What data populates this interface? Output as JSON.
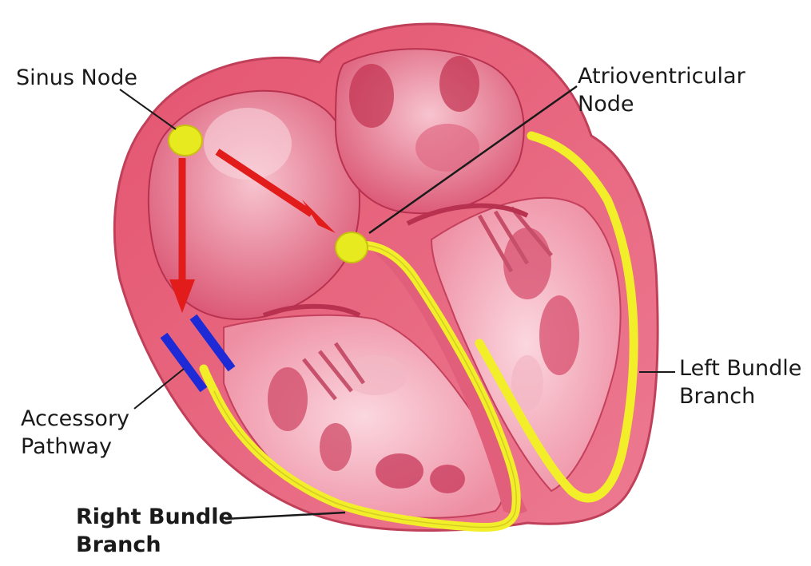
{
  "labels": {
    "sinus_node": "Sinus Node",
    "av_node_line1": "Atrioventricular",
    "av_node_line2": "Node",
    "left_bundle_line1": "Left Bundle",
    "left_bundle_line2": "Branch",
    "accessory_line1": "Accessory",
    "accessory_line2": "Pathway",
    "right_bundle_line1": "Right Bundle",
    "right_bundle_line2": "Branch"
  },
  "colors": {
    "heart_outer": "#e8637e",
    "heart_inner": "#f4a6b6",
    "chamber_dark": "#c93a5a",
    "node": "#e6ea1f",
    "conduction_path": "#f2ef2a",
    "signal_arrow": "#e21b1b",
    "accessory_pathway": "#1e2ad6"
  }
}
